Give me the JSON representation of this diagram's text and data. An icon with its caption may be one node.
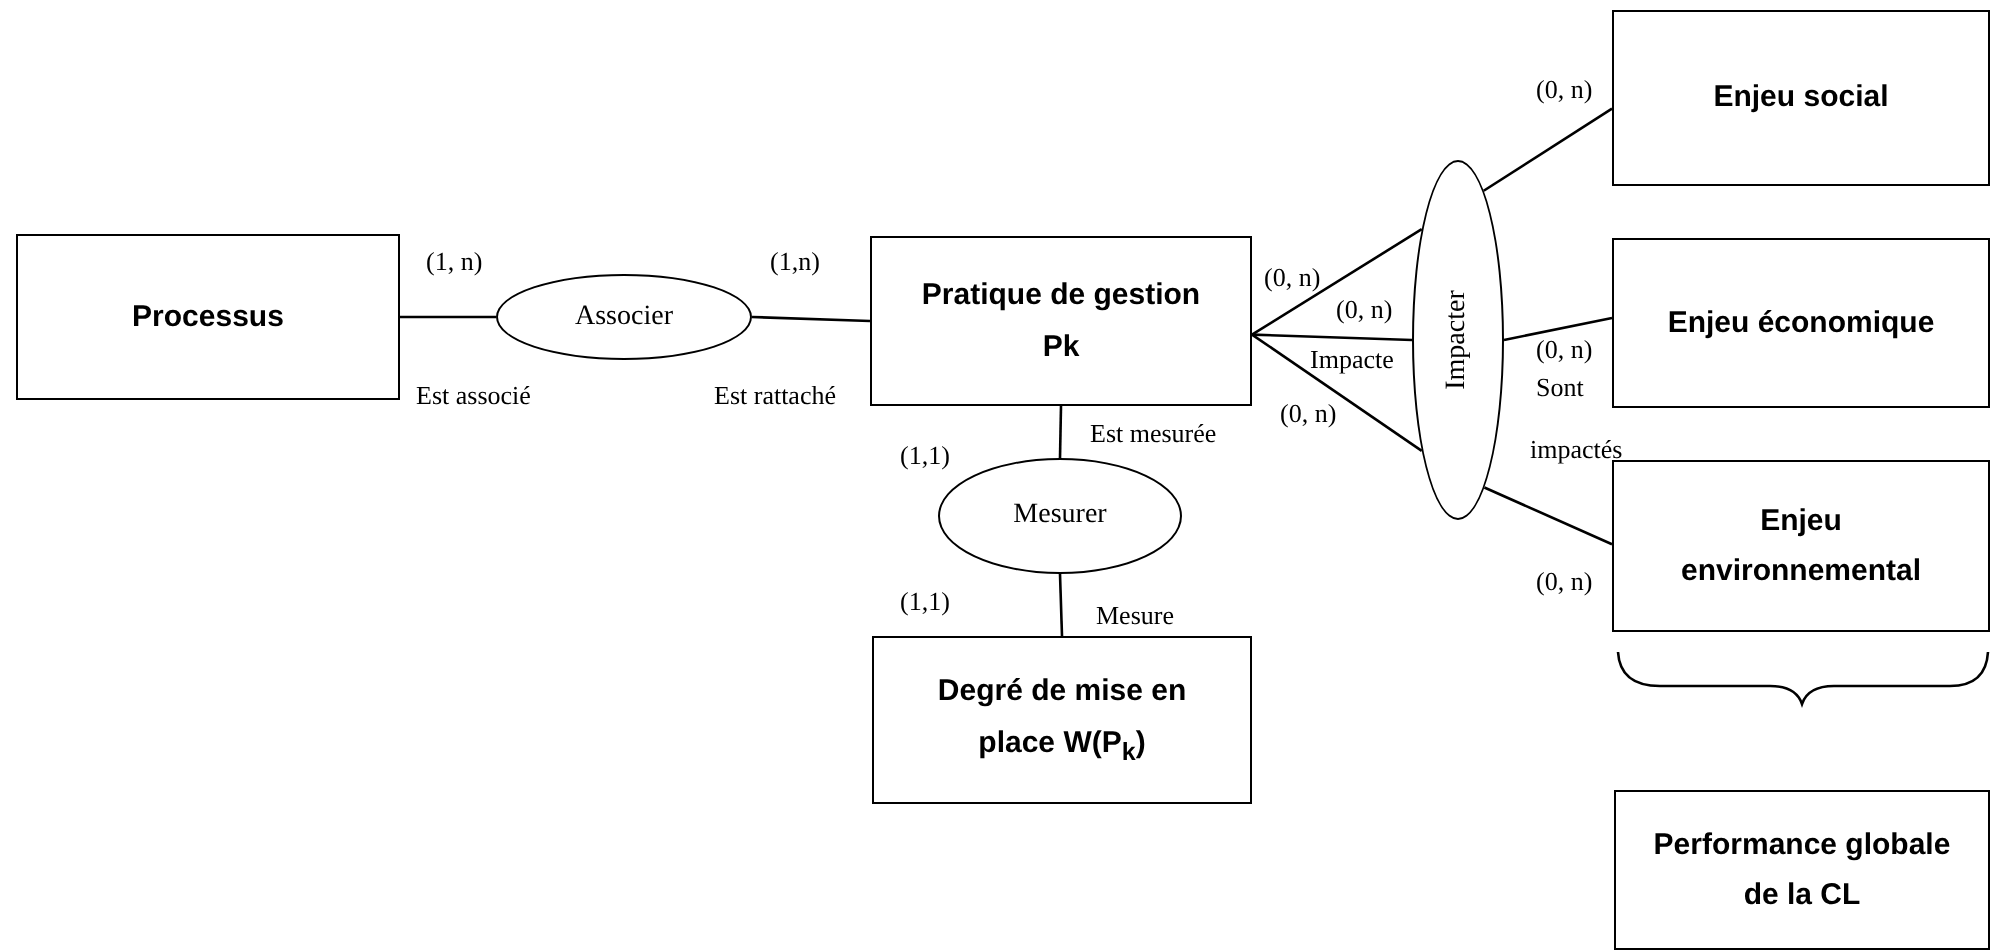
{
  "diagram": {
    "nodes": [
      {
        "text": [
          "Processus"
        ]
      },
      {
        "text": [
          "Associer"
        ]
      },
      {
        "text": [
          "Pratique de gestion Pk"
        ]
      },
      {
        "text": [
          "Mesurer"
        ]
      },
      {
        "text": [
          "Degré de mise en place W(P$_{k}$)"
        ]
      },
      {
        "text": [
          "Impacter"
        ]
      },
      {
        "text": [
          "Enjeu social"
        ]
      },
      {
        "text": [
          "Enjeu économique"
        ]
      },
      {
        "text": [
          "Enjeu environnemental"
        ]
      },
      {
        "text": [
          "Performance globale de la CL"
        ]
      }
    ],
    "edges": [
      {
        "from": 0,
        "to": 1,
        "arrow": "none"
      },
      {
        "from": 1,
        "to": 2,
        "arrow": "none"
      },
      {
        "from": 2,
        "to": 3,
        "arrow": "none"
      },
      {
        "from": 3,
        "to": 4,
        "arrow": "none"
      },
      {
        "from": 2,
        "to": 5,
        "arrow": "none"
      },
      {
        "from": 2,
        "to": 5,
        "arrow": "none"
      },
      {
        "from": 2,
        "to": 5,
        "arrow": "none"
      },
      {
        "from": 5,
        "to": 6,
        "arrow": "none"
      },
      {
        "from": 5,
        "to": 7,
        "arrow": "none"
      },
      {
        "from": 5,
        "to": 8,
        "arrow": "none"
      }
    ],
    "labels": [
      "(0, n)",
      "(1, n)",
      "(1,n)",
      "(0, n)",
      "(0, n)",
      "(0, n)",
      "Est associé",
      "Est rattaché",
      "Impacte",
      "Sont",
      "(0, n)",
      "(1,1)",
      "Est mesurée",
      "impactés",
      "(0, n)",
      "(1,1)",
      "Mesure"
    ]
  }
}
